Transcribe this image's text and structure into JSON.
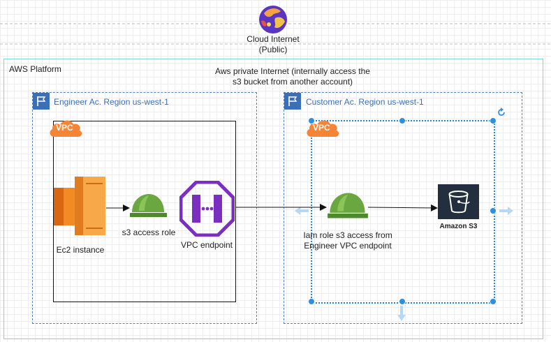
{
  "internet": {
    "label_line1": "Cloud Internet",
    "label_line2": "(Public)"
  },
  "platform": {
    "title": "AWS Platform",
    "note_line1": "Aws private Internet (internally access the",
    "note_line2": "s3 bucket from another account)"
  },
  "engineer_region": {
    "title": "Engineer Ac. Region us-west-1",
    "vpc_badge": "VPC",
    "ec2_label": "Ec2 instance",
    "role_label": "s3 access role",
    "endpoint_label": "VPC endpoint"
  },
  "customer_region": {
    "title": "Customer Ac. Region us-west-1",
    "vpc_badge": "VPC",
    "role_label_line1": "Iam role s3 access from",
    "role_label_line2": "Engineer VPC endpoint",
    "s3_label": "Amazon S3"
  },
  "colors": {
    "aws_platform_border": "#7fd6d4",
    "region_border": "#4f7fc4",
    "vpc_orange": "#f58536",
    "ec2_orange": "#f28b23",
    "iam_green": "#6aa741",
    "endpoint_purple": "#7b2fbf",
    "s3_dark": "#232f3e",
    "selection_blue": "#2684d9"
  }
}
